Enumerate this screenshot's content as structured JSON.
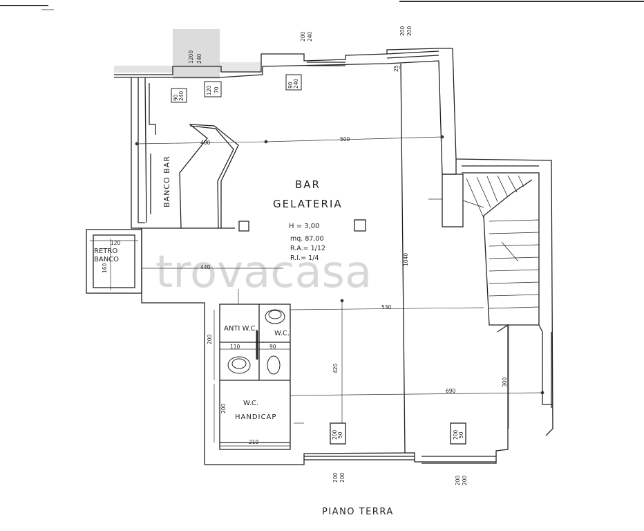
{
  "rooms": {
    "bar": "BAR",
    "gelateria": "GELATERIA",
    "banco_bar": "BANCO  BAR",
    "retro_banco_1": "RETRO",
    "retro_banco_2": "BANCO",
    "anti_wc": "ANTI W.C.",
    "wc": "W.C.",
    "wc_handicap_1": "W.C.",
    "wc_handicap_2": "HANDICAP"
  },
  "specs": {
    "height": "H = 3,00",
    "area": "mq. 87,00",
    "ra": "R.A.= 1/12",
    "ri": "R.I.= 1/4"
  },
  "floor_title": "PIANO TERRA",
  "watermark": "trovacasa",
  "dimensions": {
    "d400": "400",
    "d500": "500",
    "d440": "440",
    "d530": "530",
    "d1040": "1040",
    "d690": "690",
    "d300": "300",
    "d420": "420",
    "d120": "120",
    "d160": "160",
    "d110": "110",
    "d90": "90",
    "d200a": "200",
    "d200b": "200",
    "d210": "210",
    "d25": "25",
    "top_200_240_a": "200",
    "top_200_240_b": "240",
    "top_200_200_a": "200",
    "top_200_200_b": "200",
    "top_1200": "1200",
    "top_240": "240",
    "bot_200_200_a1": "200",
    "bot_200_200_a2": "200",
    "bot_200_200_b1": "200",
    "bot_200_200_b2": "200",
    "win_90_240_a1": "90",
    "win_90_240_a2": "240",
    "win_120_70_1": "120",
    "win_120_70_2": "70",
    "win_90_240_b1": "90",
    "win_90_240_b2": "240",
    "win_200_50_a1": "200",
    "win_200_50_a2": "50",
    "win_200_50_b1": "200",
    "win_200_50_b2": "50"
  }
}
